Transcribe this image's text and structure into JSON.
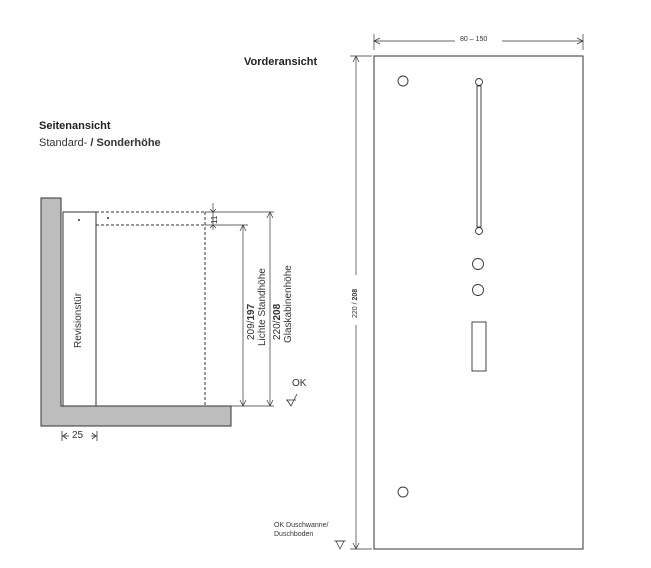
{
  "front_view": {
    "title": "Vorderansicht",
    "width_dim": "80 – 150",
    "height_dim_standard": "220 / ",
    "height_dim_special": "208",
    "floor_label_line1": "OK Duschwanne/",
    "floor_label_line2": "Duschboden"
  },
  "side_view": {
    "title": "Seitenansicht",
    "subtitle_standard": "Standard- ",
    "subtitle_special": "/ Sonderhöhe",
    "door_label": "Revisionstür",
    "depth_dim": "25",
    "gap_dim": "11",
    "clear_height_values_standard": "209/",
    "clear_height_values_special": "197",
    "clear_height_label": "Lichte Standhöhe",
    "cabin_height_values_standard": "220/",
    "cabin_height_values_special": "208",
    "cabin_height_label": "Glaskabinenhöhe",
    "ok_label": "OK"
  },
  "colors": {
    "line": "#333333",
    "wall_fill": "#bdbdbd",
    "panel_fill": "#ffffff"
  }
}
